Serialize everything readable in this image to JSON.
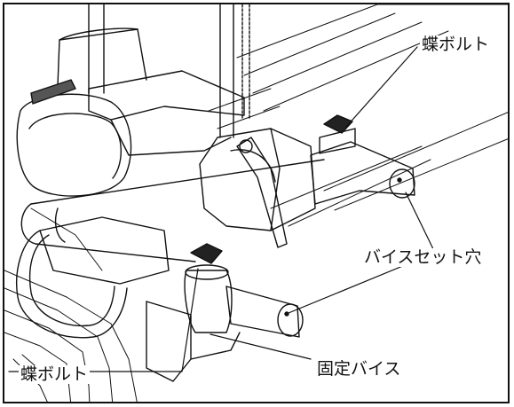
{
  "labels": {
    "wing_bolt_top": "蝶ボルト",
    "vise_set_hole": "バイスセット穴",
    "fixed_vise": "固定バイス",
    "wing_bolt_bottom": "蝶ボルト"
  },
  "colors": {
    "line": "#111111",
    "background": "#ffffff"
  }
}
